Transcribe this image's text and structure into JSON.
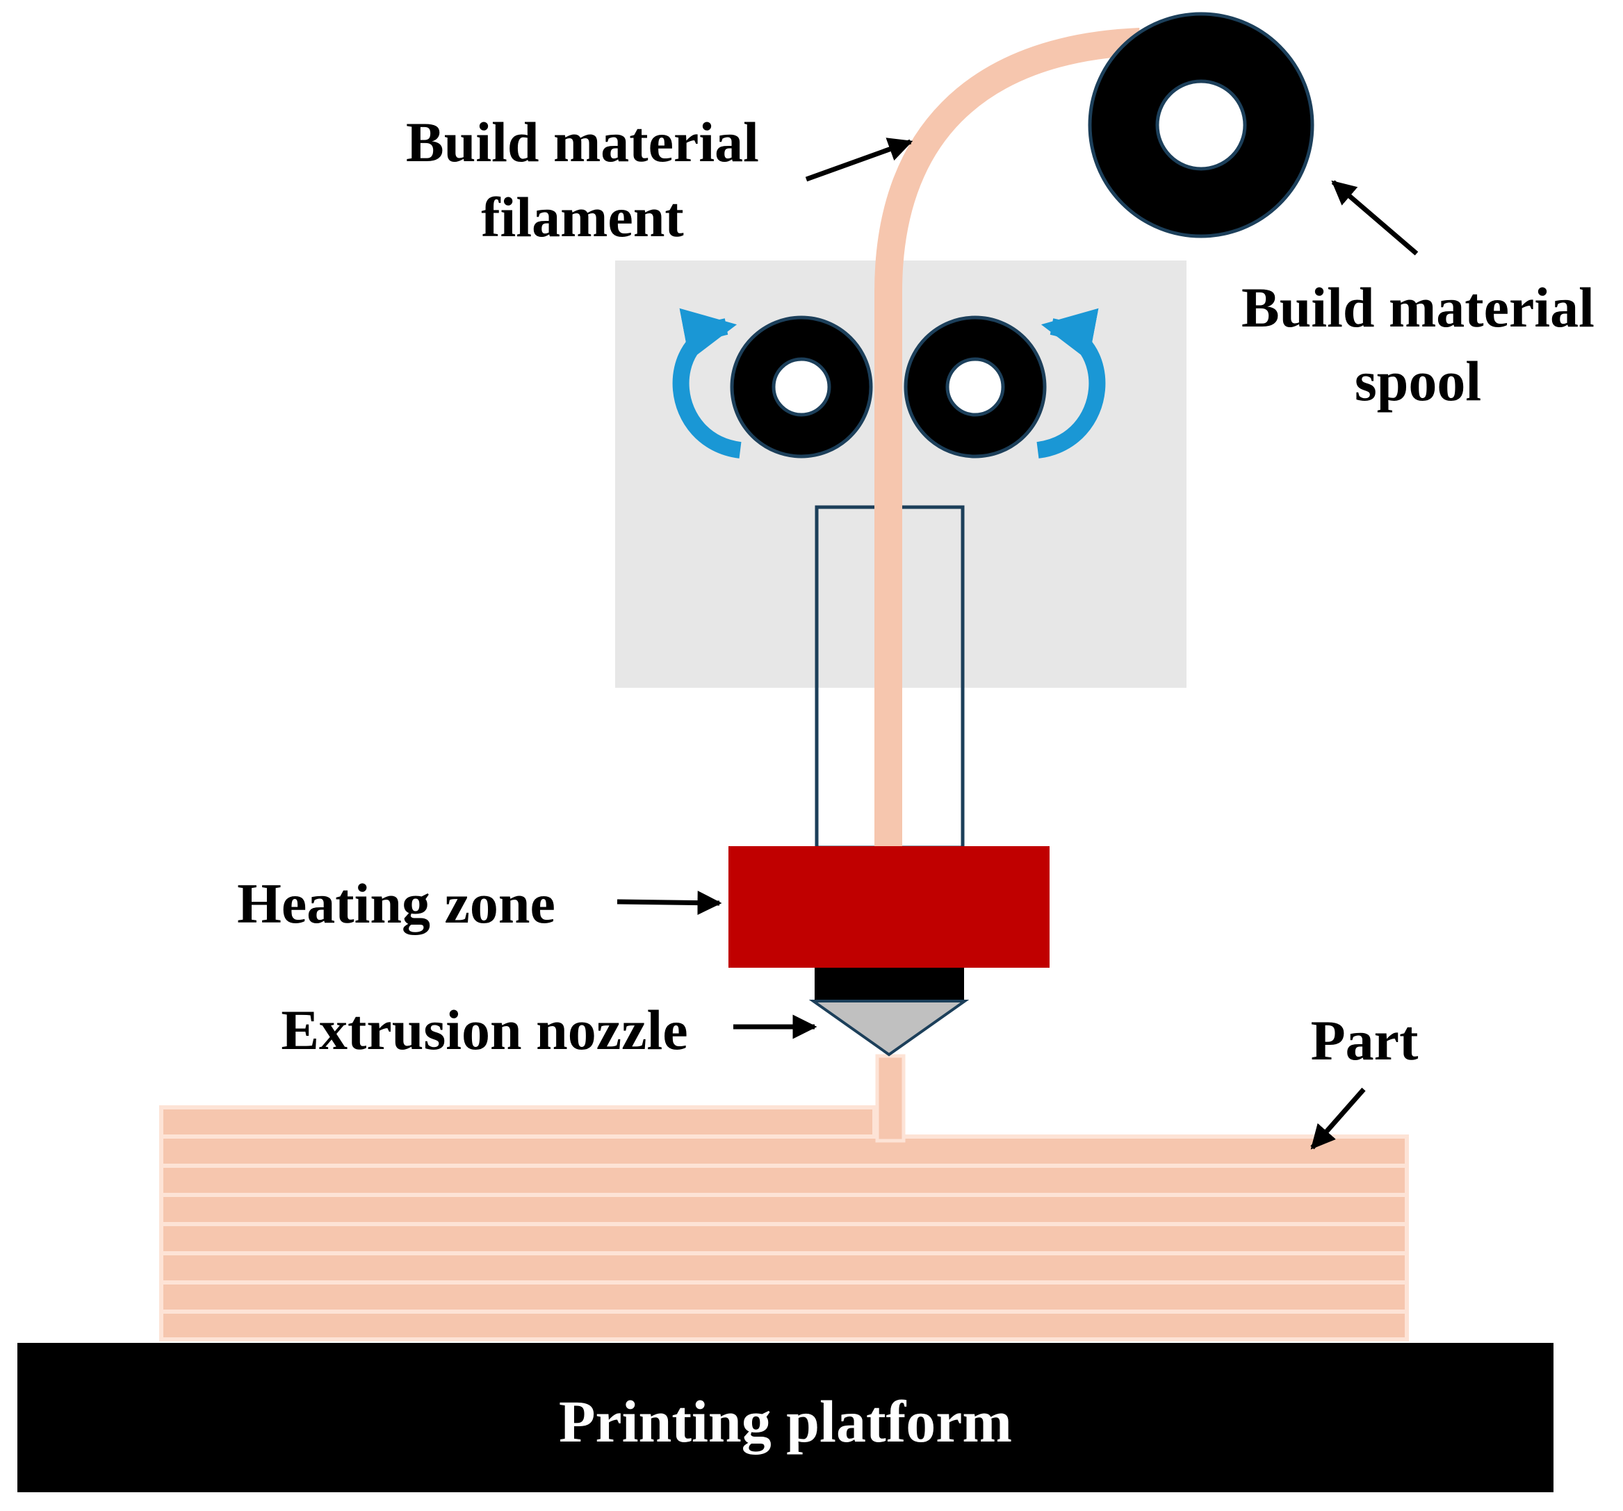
{
  "labels": {
    "filament_line1": "Build material",
    "filament_line2": "filament",
    "spool_line1": "Build material",
    "spool_line2": "spool",
    "heating_zone": "Heating zone",
    "extrusion_nozzle": "Extrusion nozzle",
    "part": "Part",
    "printing_platform": "Printing platform"
  },
  "colors": {
    "filament": "#f6c6ae",
    "layer_gap": "#fde3d6",
    "extruder_housing": "#e7e7e7",
    "roller_black": "#000000",
    "roller_outline": "#1c3f5a",
    "rotation_arrow": "#1a97d5",
    "heating_zone": "#c00000",
    "nozzle_cone": "#c0c0c0",
    "platform": "#000000",
    "platform_text": "#ffffff"
  },
  "icons": {
    "left_roller_rotation": "curved-arrow-clockwise-icon",
    "right_roller_rotation": "curved-arrow-counterclockwise-icon"
  }
}
